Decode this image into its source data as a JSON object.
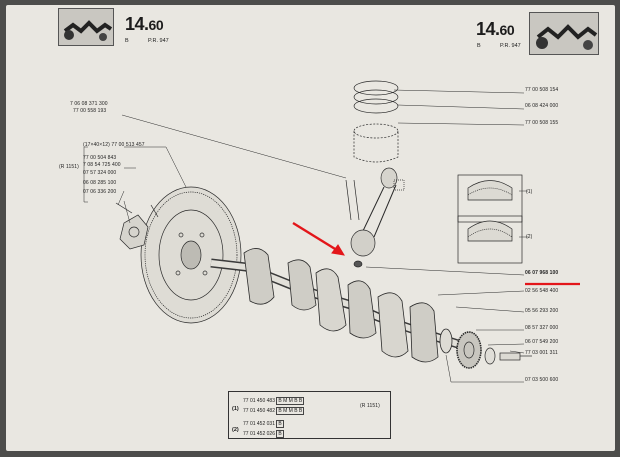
{
  "header": {
    "page_main": "14.",
    "page_decimal": "60",
    "section": "B",
    "pr_code": "P.R. 947"
  },
  "refs": {
    "r1": "7 06 08 371 300",
    "r2": "77 00 558 193",
    "r3": "(17×40×12) 77 00 513 457",
    "r4": "77 00 504 843",
    "r5": "7 08 54 725 400",
    "r6": "07 57 324 000",
    "r7": "06 08 285 100",
    "r8": "07 06 336 200",
    "r_left_note": "(R 1151)",
    "p1": "77 00 508 154",
    "p2": "06 08 424 000",
    "p3": "77 00 508 155",
    "b1": "(1)",
    "b2": "(2)",
    "c1": "06 07 968 100",
    "c2": "02 56 548 400",
    "c3": "05 56 293 200",
    "c4": "08 57 327 000",
    "c5": "06 07 549 200",
    "c6": "77 03 001 311",
    "c7": "07 03 500 600"
  },
  "table": {
    "k1": "(1)",
    "k2": "(2)",
    "note": "(R 1151)",
    "rows": [
      {
        "ref": "77 01 450 483",
        "codes": "B M M B B"
      },
      {
        "ref": "77 01 450 482",
        "codes": "B M M B B"
      },
      {
        "ref": "77 01 452 031",
        "codes": "B"
      },
      {
        "ref": "77 01 452 026",
        "codes": "B"
      }
    ]
  },
  "colors": {
    "annotation": "#e3161a",
    "paper": "#e9e7e1"
  }
}
